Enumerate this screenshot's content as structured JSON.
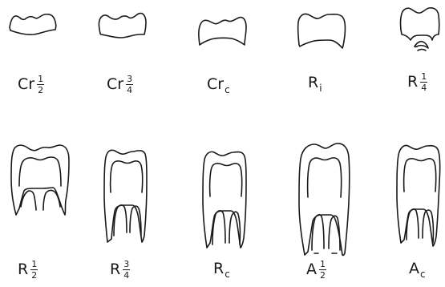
{
  "row1": {
    "stages": [
      {
        "base": "Cr",
        "num": "1",
        "den": "2"
      },
      {
        "base": "Cr",
        "num": "3",
        "den": "4"
      },
      {
        "base": "Cr",
        "sub": "c"
      },
      {
        "base": "R",
        "sub": "i"
      },
      {
        "base": "R",
        "num": "1",
        "den": "4"
      }
    ]
  },
  "row2": {
    "stages": [
      {
        "base": "R",
        "num": "1",
        "den": "2"
      },
      {
        "base": "R",
        "num": "3",
        "den": "4"
      },
      {
        "base": "R",
        "sub": "c"
      },
      {
        "base": "A",
        "num": "1",
        "den": "2"
      },
      {
        "base": "A",
        "sub": "c"
      }
    ]
  }
}
